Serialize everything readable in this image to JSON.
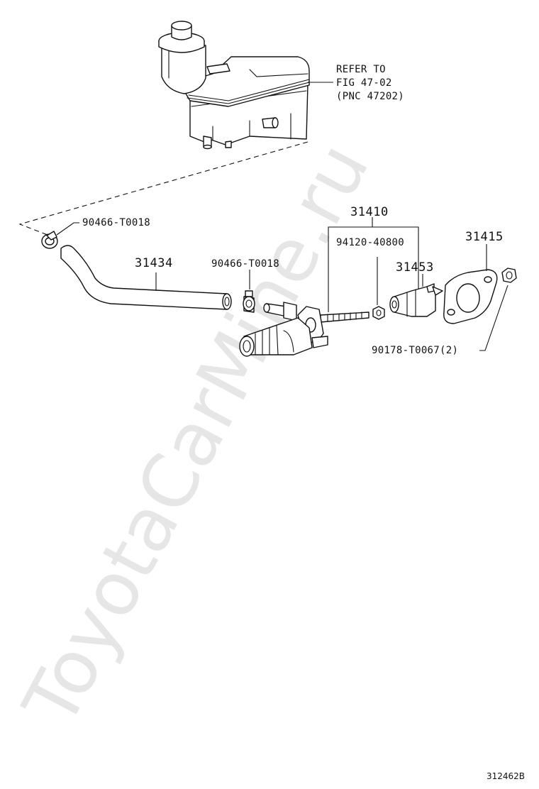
{
  "watermark": "ToyotaCarMine.ru",
  "figure_id": "312462B",
  "reference": {
    "line1": "REFER TO",
    "line2": "FIG 47-02",
    "line3": "(PNC 47202)"
  },
  "parts": {
    "clamp_upper": "90466-T0018",
    "hose": "31434",
    "clamp_lower": "90466-T0018",
    "master_cylinder_assy": "31410",
    "nut": "94120-40800",
    "boot": "31453",
    "gasket": "31415",
    "bolt": "90178-T0067(2)"
  }
}
